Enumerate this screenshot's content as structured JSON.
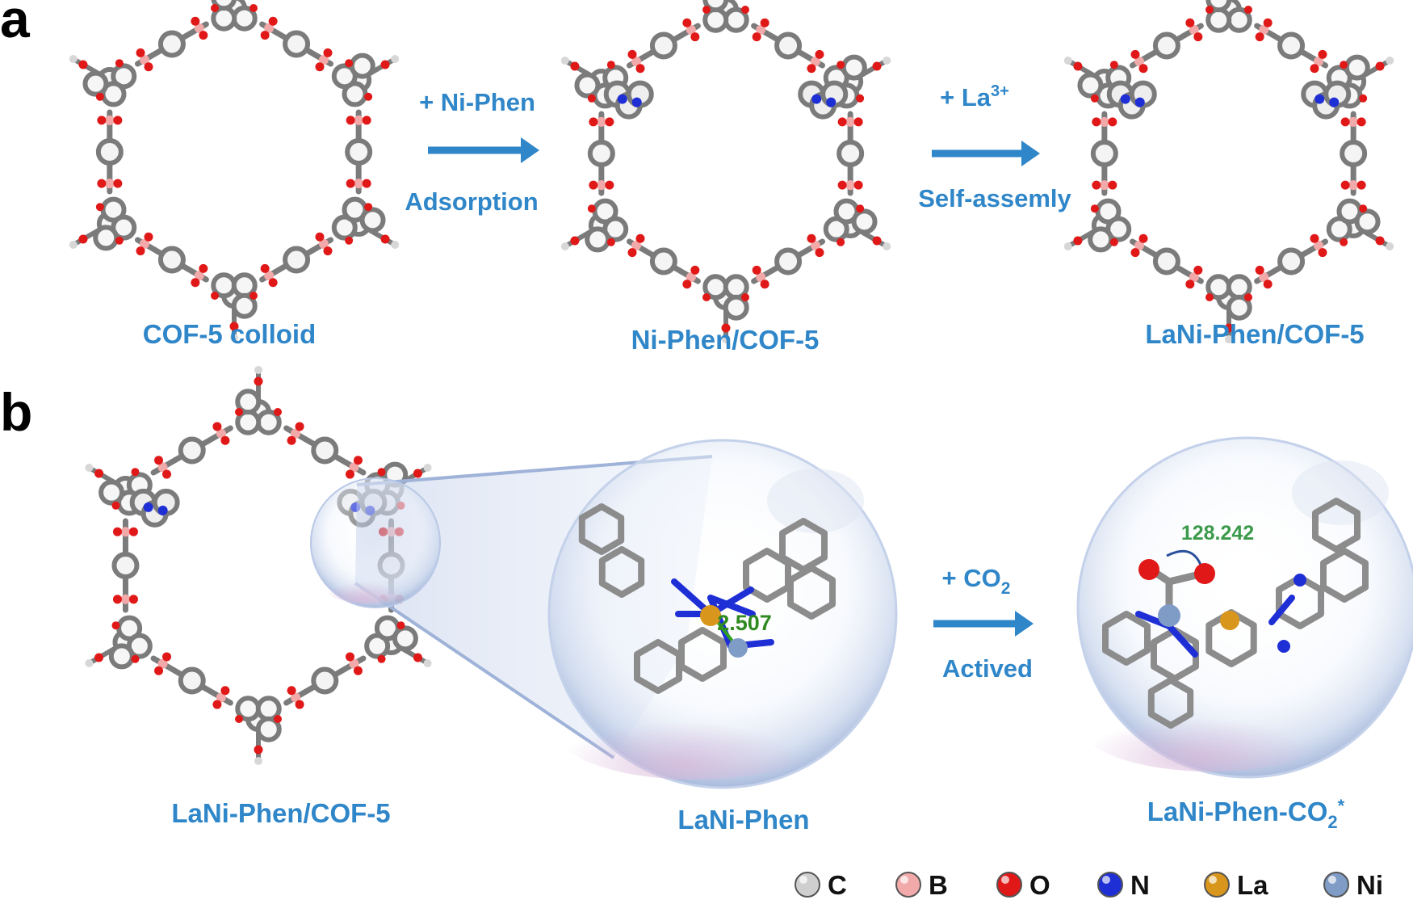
{
  "panels": {
    "a": "a",
    "b": "b"
  },
  "row_a": {
    "captions": [
      "COF-5 colloid",
      "Ni-Phen/COF-5",
      "LaNi-Phen/COF-5"
    ],
    "step1": {
      "above": "+ Ni-Phen",
      "below": "Adsorption"
    },
    "step2": {
      "above_base": "+ La",
      "above_sup": "3+",
      "below": "Self-assemly"
    }
  },
  "row_b": {
    "captions": {
      "left": "LaNi-Phen/COF-5",
      "middle": "LaNi-Phen",
      "right_base": "LaNi-Phen-CO",
      "right_sub": "2",
      "right_sup": "*"
    },
    "step": {
      "above_base": "+ CO",
      "above_sub": "2",
      "below": "Actived"
    },
    "annotations": {
      "distance": "2.507",
      "angle": "128.242"
    }
  },
  "legend": [
    {
      "symbol": "C",
      "color": "#cfcfcf"
    },
    {
      "symbol": "B",
      "color": "#f2a9a9"
    },
    {
      "symbol": "O",
      "color": "#e01818"
    },
    {
      "symbol": "N",
      "color": "#1f2fd6"
    },
    {
      "symbol": "La",
      "color": "#d9961c"
    },
    {
      "symbol": "Ni",
      "color": "#7f9cc6"
    }
  ],
  "colors": {
    "caption": "#2f86c8",
    "arrow": "#2f86c8",
    "carbon": "#7b7b7b",
    "oxygen": "#e01818",
    "boron": "#f2a9a9",
    "nitrogen": "#1f2fd6",
    "lanthanum": "#d9961c",
    "nickel": "#7f9cc6",
    "distance_label": "#2f8a1f",
    "angle_label": "#3c9a4b"
  }
}
